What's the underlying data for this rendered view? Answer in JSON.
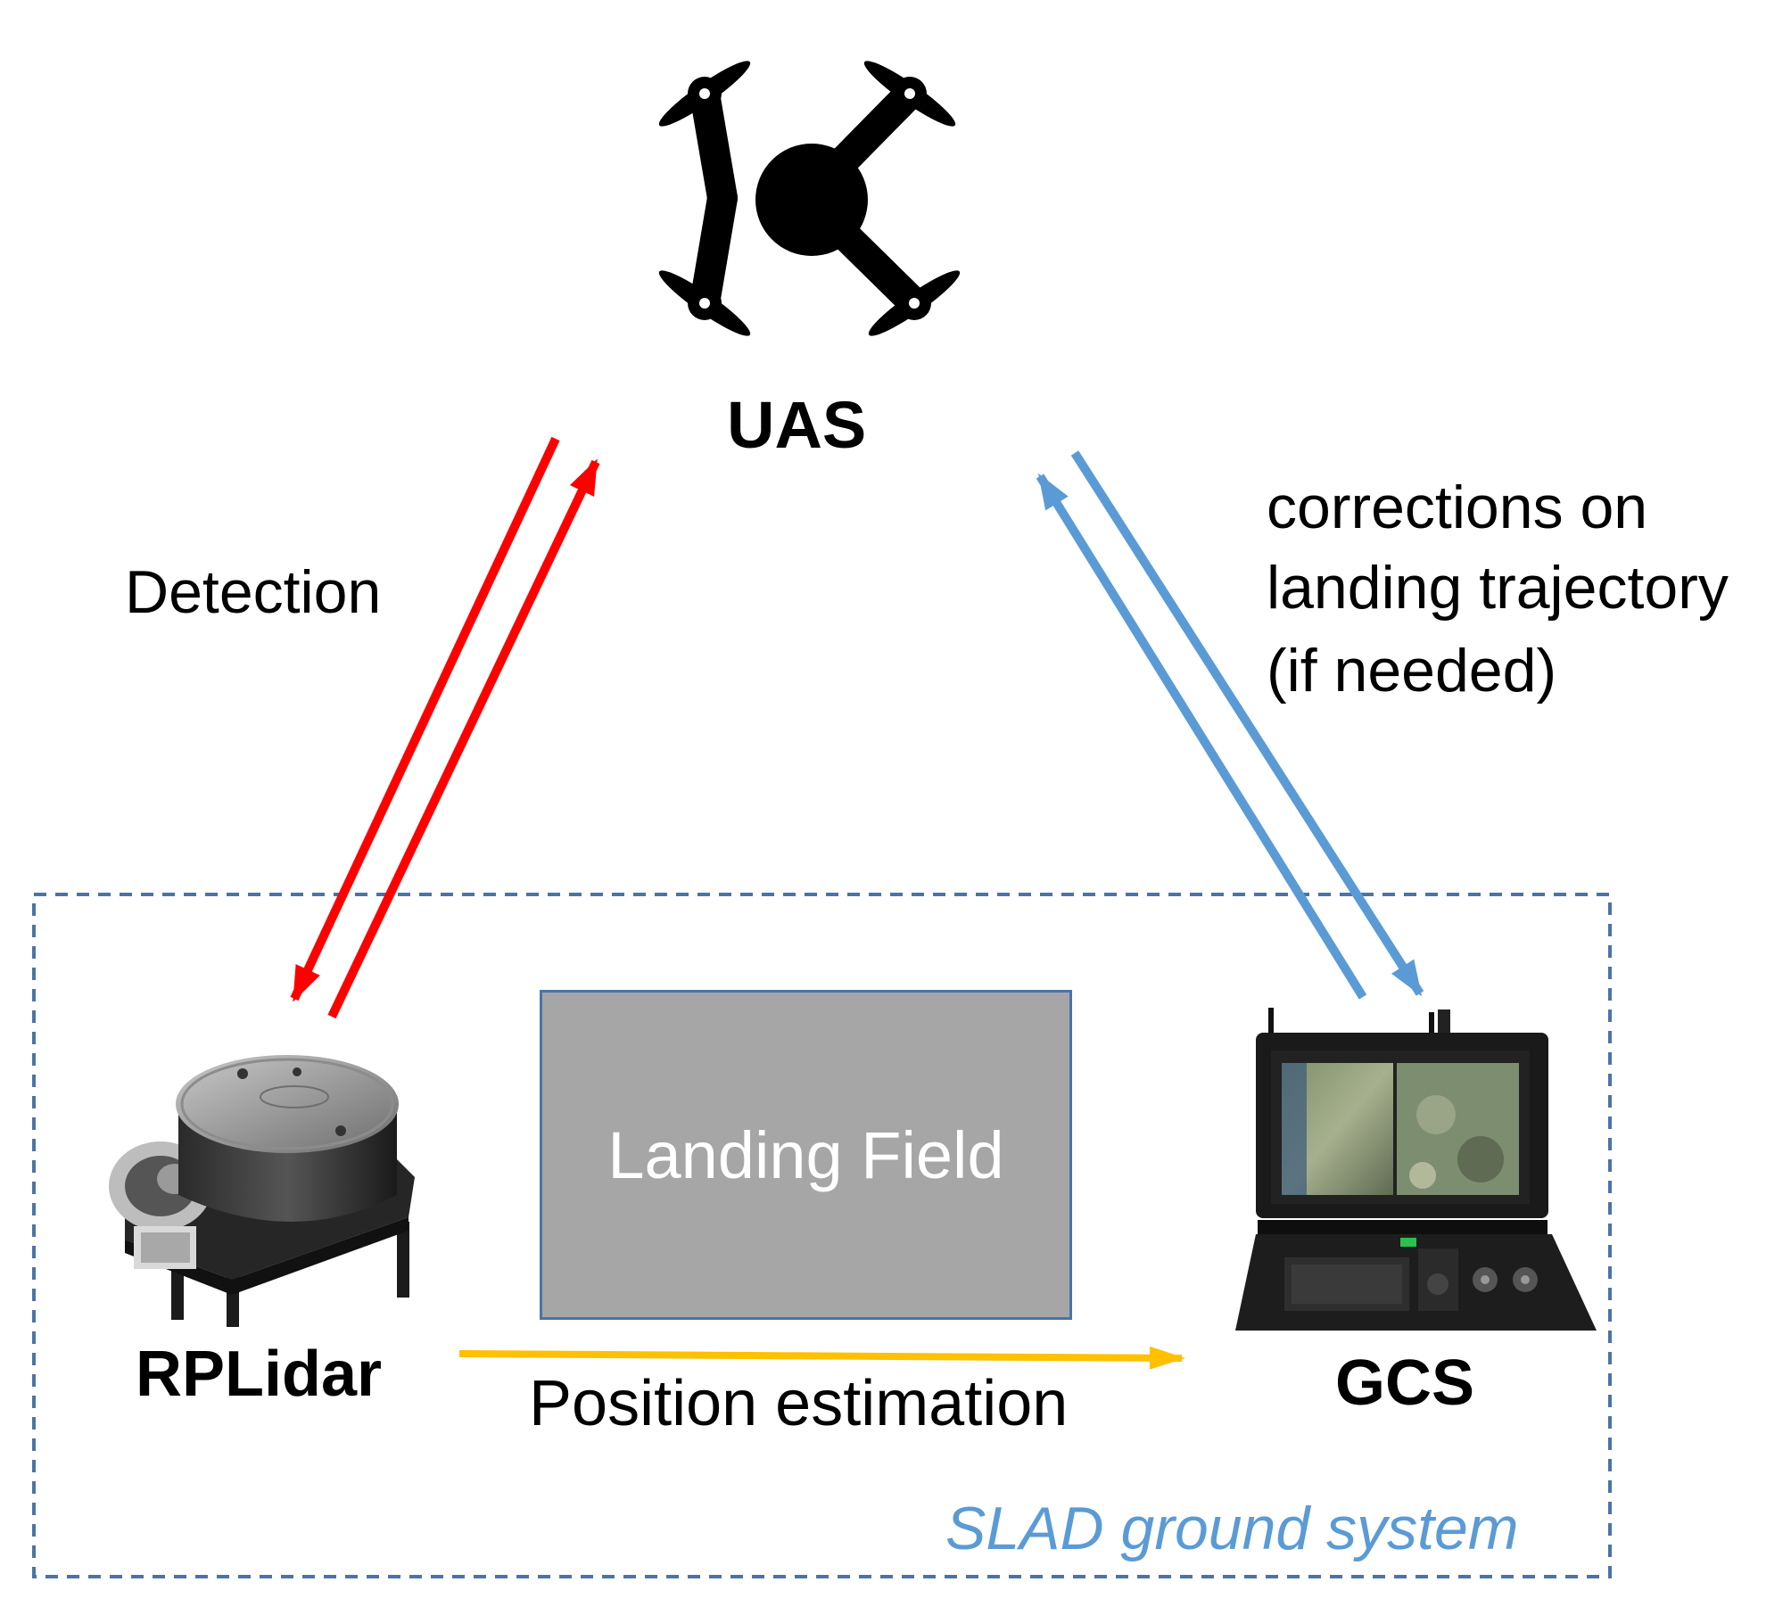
{
  "colors": {
    "detection": "#ff0000",
    "corrections": "#5b9bd5",
    "position": "#ffc000",
    "system_border": "#4a74a8",
    "system_label": "#5b9bd5",
    "landing_field_fill": "#a6a6a6",
    "landing_field_text": "#ffffff"
  },
  "nodes": {
    "uas": {
      "label": "UAS",
      "icon": "quadcopter-drone-icon"
    },
    "rplidar": {
      "label": "RPLidar",
      "icon": "rplidar-sensor-icon"
    },
    "gcs": {
      "label": "GCS",
      "icon": "ground-control-station-icon"
    },
    "landing_field": {
      "label": "Landing Field"
    }
  },
  "edges": {
    "detection": {
      "label": "Detection"
    },
    "corrections": {
      "lines": [
        "corrections on",
        "landing trajectory",
        "(if needed)"
      ]
    },
    "position": {
      "label": "Position estimation"
    }
  },
  "group": {
    "label": "SLAD ground system"
  }
}
